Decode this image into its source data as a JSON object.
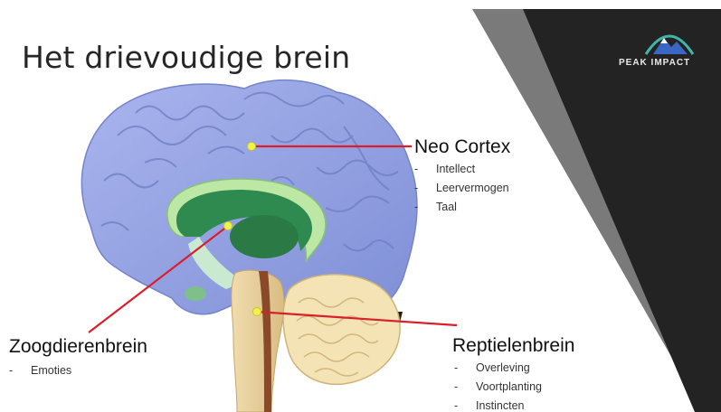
{
  "slide": {
    "title": "Het drievoudige brein"
  },
  "logo": {
    "text": "PEAK IMPACT",
    "icon": "mountain-icon"
  },
  "labels": {
    "neo_cortex": {
      "title": "Neo Cortex",
      "items": [
        "Intellect",
        "Leervermogen",
        "Taal"
      ]
    },
    "zoogdierenbrein": {
      "title": "Zoogdierenbrein",
      "items": [
        "Emoties"
      ]
    },
    "reptielenbrein": {
      "title": "Reptielenbrein",
      "items": [
        "Overleving",
        "Voortplanting",
        "Instincten"
      ]
    }
  },
  "colors": {
    "pointer_line": "#d91f2b",
    "pointer_dot": "#f2f24a",
    "cortex": "#8f9ede",
    "limbic": "#3c9a58",
    "stem": "#e7cf9c",
    "cerebellum": "#f3e3b5",
    "dark_panel": "#232323",
    "gray_band": "#6d6d6d"
  }
}
